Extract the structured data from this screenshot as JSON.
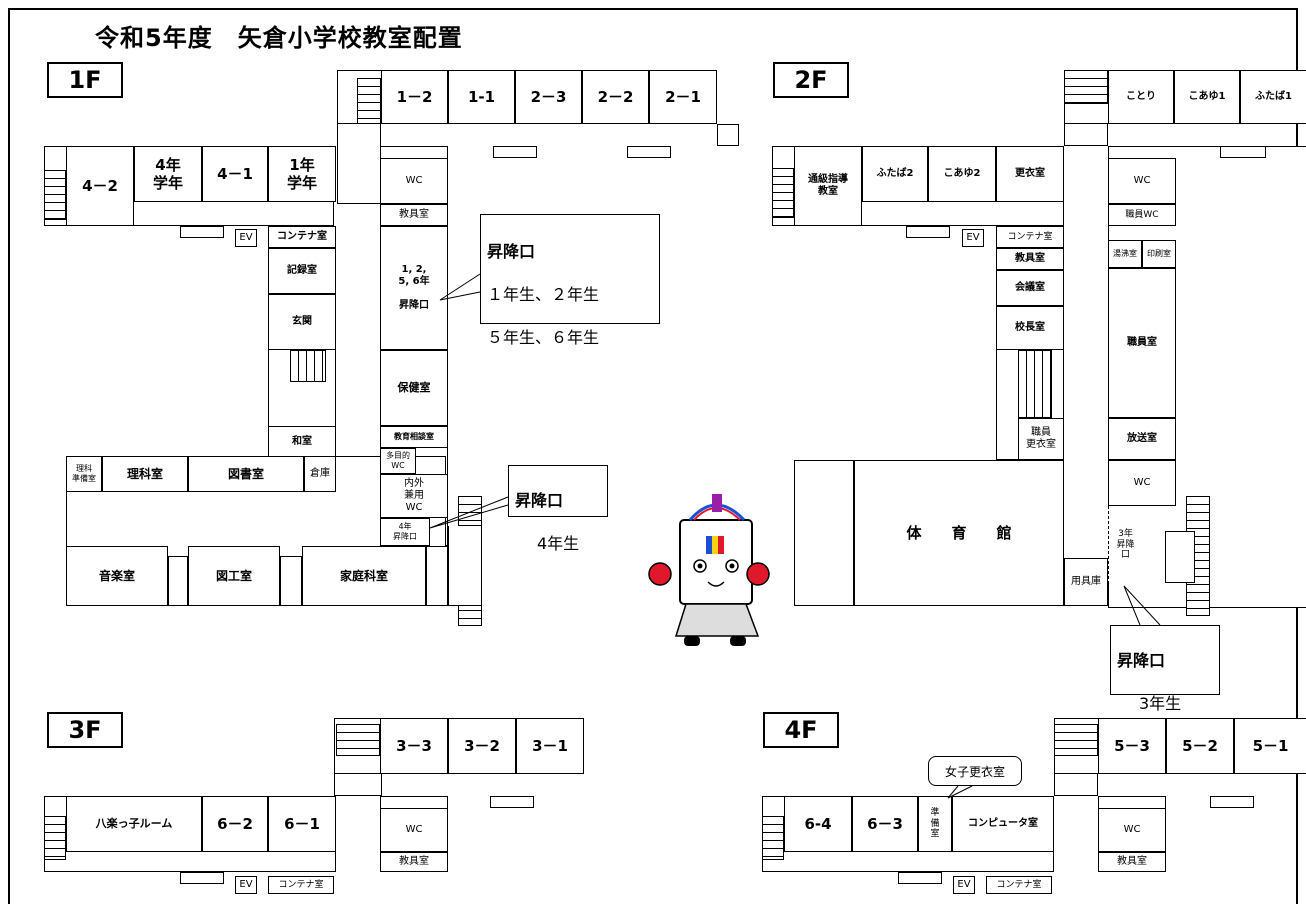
{
  "title": "令和5年度　矢倉小学校教室配置",
  "floors": {
    "f1": {
      "label": "1F",
      "rooms": {
        "c12": "1－2",
        "c11": "1-1",
        "c23": "2－3",
        "c22": "2－2",
        "c21": "2－1",
        "c42": "4－2",
        "g4": "4年\n学年",
        "c41": "4－1",
        "g1": "1年\n学年",
        "wc": "WC",
        "kyogu": "教具室",
        "entrance1": "1, 2,\n5, 6年\n\n昇降口",
        "container": "コンテナ室",
        "kiroku": "記録室",
        "genkan": "玄関",
        "hoken": "保健室",
        "washitsu": "和室",
        "kyoiku": "教育相談室",
        "tamokuteki": "多目的\nWC",
        "naigai": "内外\n兼用\nWC",
        "entrance4": "4年\n昇降口",
        "rika_jun": "理科\n準備室",
        "rika": "理科室",
        "tosho": "図書室",
        "soko": "倉庫",
        "ongaku": "音楽室",
        "zuko": "図工室",
        "katei": "家庭科室",
        "ev": "EV"
      },
      "callout_main": {
        "title": "昇降口",
        "line1": "１年生、２年生",
        "line2": "５年生、６年生"
      },
      "callout_4": {
        "title": "昇降口",
        "line1": "4年生"
      }
    },
    "f2": {
      "label": "2F",
      "rooms": {
        "kotori": "ことり",
        "koayu1": "こあゆ1",
        "futaba1": "ふたば1",
        "tsukyu": "通級指導\n教室",
        "futaba2": "ふたば2",
        "koayu2": "こあゆ2",
        "koui": "更衣室",
        "wc": "WC",
        "shokuin_wc": "職員WC",
        "yuwakashi": "湯沸室",
        "insatsu": "印刷室",
        "container": "コンテナ室",
        "kyogu": "教具室",
        "kaigi": "会議室",
        "kocho": "校長室",
        "shokuin": "職員室",
        "shokuin_koui": "職員\n更衣室",
        "hoso": "放送室",
        "wc2": "WC",
        "taiiku": "体　　育　　館",
        "yogu": "用具庫",
        "entrance3": "3年\n昇降\n口",
        "ev": "EV"
      },
      "callout_3": {
        "title": "昇降口",
        "line1": "3年生"
      }
    },
    "f3": {
      "label": "3F",
      "rooms": {
        "c33": "3－3",
        "c32": "3－2",
        "c31": "3－1",
        "yaguracco": "八楽っ子ルーム",
        "c62": "6－2",
        "c61": "6－1",
        "wc": "WC",
        "kyogu": "教具室",
        "ev": "EV",
        "container": "コンテナ室"
      }
    },
    "f4": {
      "label": "4F",
      "rooms": {
        "c53": "5－3",
        "c52": "5－2",
        "c51": "5－1",
        "c64": "6-4",
        "c63": "6－3",
        "junbi": "準\n備\n室",
        "computer": "コンピュータ室",
        "wc": "WC",
        "kyogu": "教具室",
        "ev": "EV",
        "container": "コンテナ室"
      },
      "callout_girls": "女子更衣室"
    }
  }
}
